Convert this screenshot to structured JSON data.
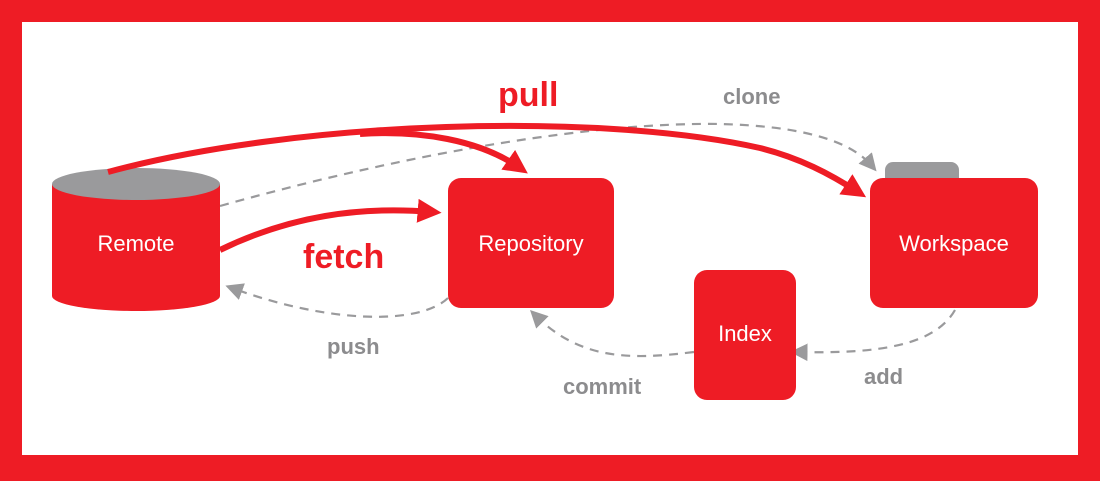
{
  "colors": {
    "accent": "#ee1c25",
    "secondary": "#8c8c8e",
    "node_top": "#9a9a9c",
    "background": "#ffffff"
  },
  "nodes": {
    "remote": "Remote",
    "repository": "Repository",
    "workspace": "Workspace",
    "index": "Index"
  },
  "operations": {
    "pull": "pull",
    "fetch": "fetch",
    "clone": "clone",
    "push": "push",
    "commit": "commit",
    "add": "add"
  }
}
